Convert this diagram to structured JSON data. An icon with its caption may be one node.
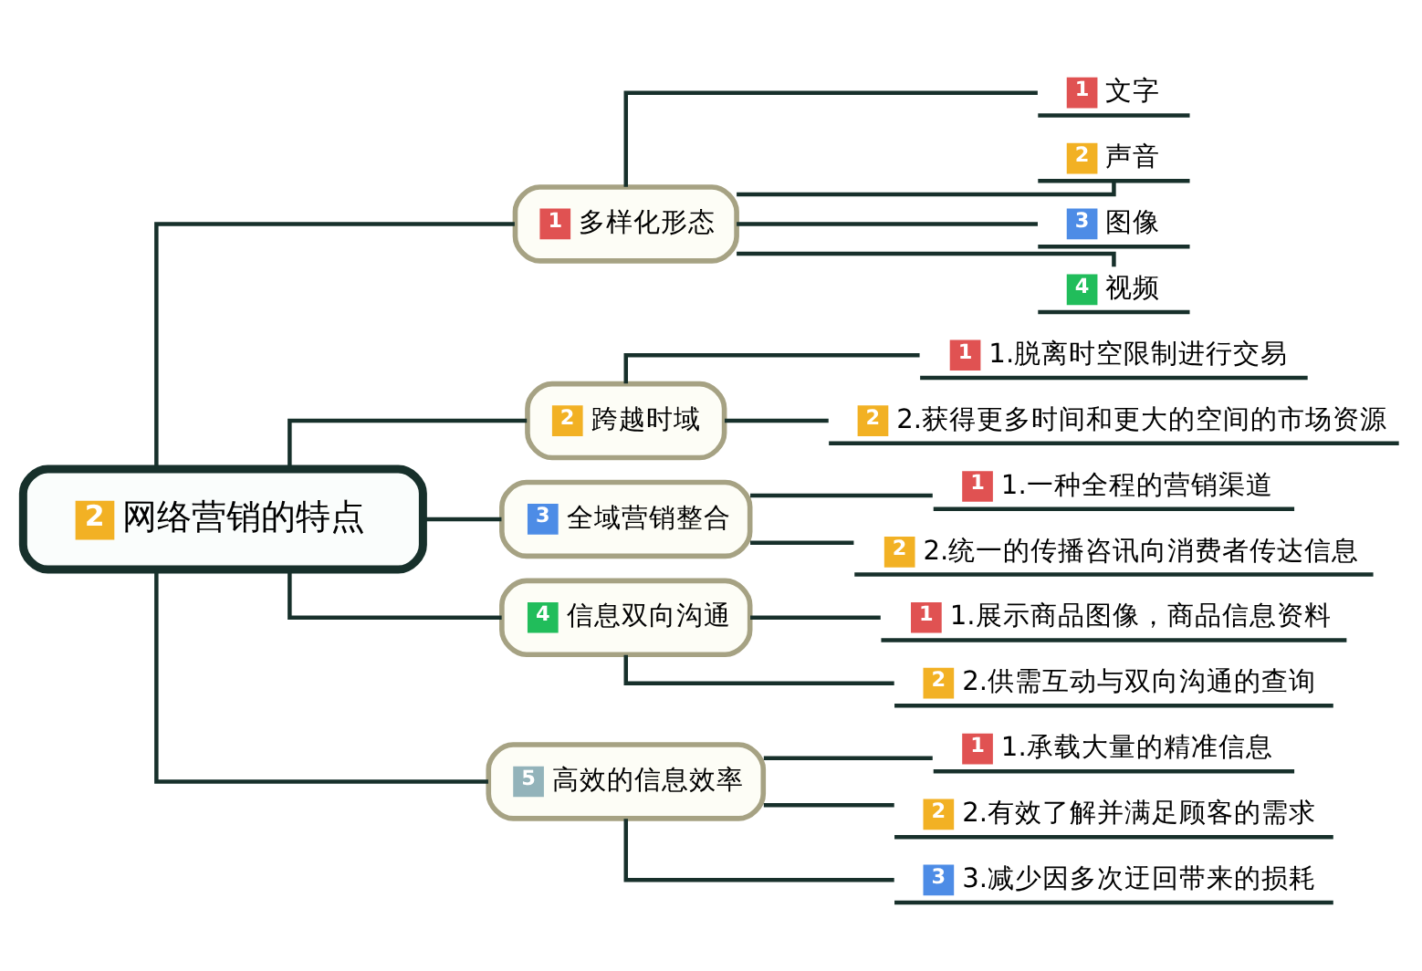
{
  "diagram": {
    "nodes": [
      {
        "text": [
          "2",
          "网络营销的特点"
        ]
      },
      {
        "text": [
          "1",
          "多样化形态"
        ]
      },
      {
        "text": [
          "1",
          "文字"
        ]
      },
      {
        "text": [
          "2",
          "声音"
        ]
      },
      {
        "text": [
          "3",
          "图像"
        ]
      },
      {
        "text": [
          "4",
          "视频"
        ]
      },
      {
        "text": [
          "2",
          "跨越时域"
        ]
      },
      {
        "text": [
          "1",
          "1.脱离时空限制进行交易"
        ]
      },
      {
        "text": [
          "2",
          "2.获得更多时间和更大的空间的市场资源"
        ]
      },
      {
        "text": [
          "3",
          "全域营销整合"
        ]
      },
      {
        "text": [
          "1",
          "1.一种全程的营销渠道"
        ]
      },
      {
        "text": [
          "2",
          "2.统一的传播咨讯向消费者传达信息"
        ]
      },
      {
        "text": [
          "4",
          "信息双向沟通"
        ]
      },
      {
        "text": [
          "1",
          "1.展示商品图像，商品信息资料"
        ]
      },
      {
        "text": [
          "2",
          "2.供需互动与双向沟通的查询"
        ]
      },
      {
        "text": [
          "5",
          "高效的信息效率"
        ]
      },
      {
        "text": [
          "1",
          "1.承载大量的精准信息"
        ]
      },
      {
        "text": [
          "2",
          "2.有效了解并满足顾客的需求"
        ]
      },
      {
        "text": [
          "3",
          "3.减少因多次迂回带来的损耗"
        ]
      }
    ],
    "edges": [
      {
        "from": 0,
        "to": 1,
        "arrow": "none"
      },
      {
        "from": 1,
        "to": 2,
        "arrow": "none"
      },
      {
        "from": 1,
        "to": 3,
        "arrow": "none"
      },
      {
        "from": 1,
        "to": 4,
        "arrow": "none"
      },
      {
        "from": 1,
        "to": 5,
        "arrow": "none"
      },
      {
        "from": 0,
        "to": 6,
        "arrow": "none"
      },
      {
        "from": 6,
        "to": 7,
        "arrow": "none"
      },
      {
        "from": 6,
        "to": 8,
        "arrow": "none"
      },
      {
        "from": 0,
        "to": 9,
        "arrow": "none"
      },
      {
        "from": 9,
        "to": 10,
        "arrow": "none"
      },
      {
        "from": 9,
        "to": 11,
        "arrow": "none"
      },
      {
        "from": 0,
        "to": 12,
        "arrow": "none"
      },
      {
        "from": 12,
        "to": 13,
        "arrow": "none"
      },
      {
        "from": 12,
        "to": 14,
        "arrow": "none"
      },
      {
        "from": 0,
        "to": 15,
        "arrow": "none"
      },
      {
        "from": 15,
        "to": 16,
        "arrow": "none"
      },
      {
        "from": 15,
        "to": 17,
        "arrow": "none"
      },
      {
        "from": 15,
        "to": 18,
        "arrow": "none"
      }
    ]
  }
}
